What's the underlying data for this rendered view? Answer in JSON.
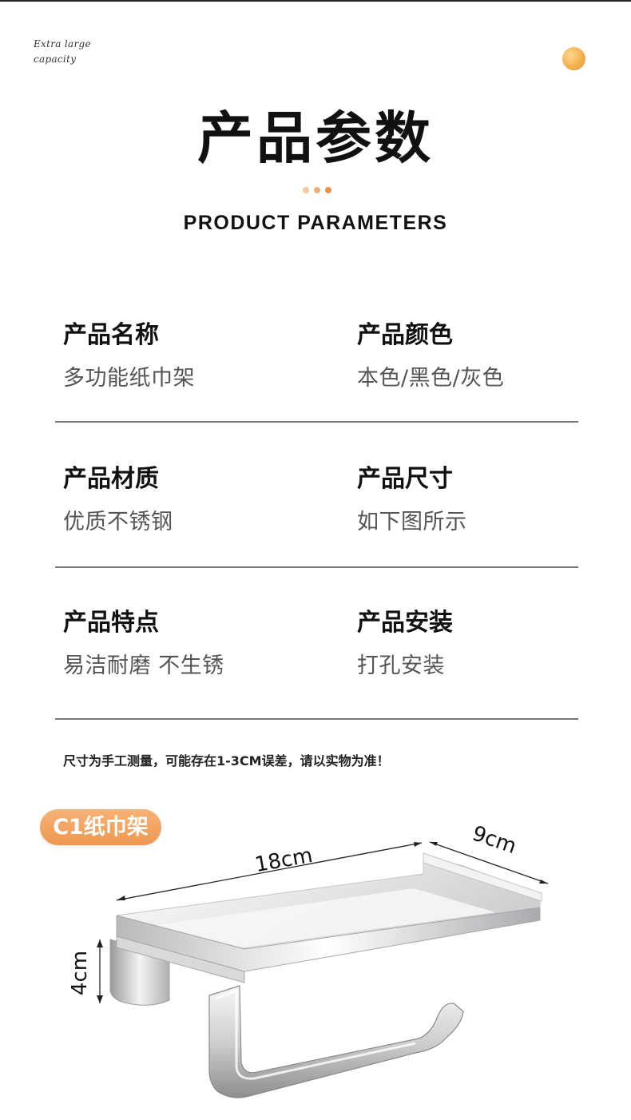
{
  "header": {
    "tagline_line1": "Extra large",
    "tagline_line2": "capacity",
    "title": "产品参数",
    "subtitle": "PRODUCT PARAMETERS",
    "dot_colors": [
      "#f2c6a0",
      "#f0b07a",
      "#ec9148"
    ],
    "orb_color": "#f0a640"
  },
  "params": [
    {
      "left": {
        "label": "产品名称",
        "value": "多功能纸巾架"
      },
      "right": {
        "label": "产品颜色",
        "value": "本色/黑色/灰色"
      }
    },
    {
      "left": {
        "label": "产品材质",
        "value": "优质不锈钢"
      },
      "right": {
        "label": "产品尺寸",
        "value": "如下图所示"
      }
    },
    {
      "left": {
        "label": "产品特点",
        "value": "易洁耐磨 不生锈"
      },
      "right": {
        "label": "产品安装",
        "value": "打孔安装"
      }
    }
  ],
  "note": "尺寸为手工测量，可能存在1-3CM误差，请以实物为准！",
  "product": {
    "badge": "C1纸巾架",
    "dim_length": "18cm",
    "dim_depth": "9cm",
    "dim_height": "4cm"
  }
}
